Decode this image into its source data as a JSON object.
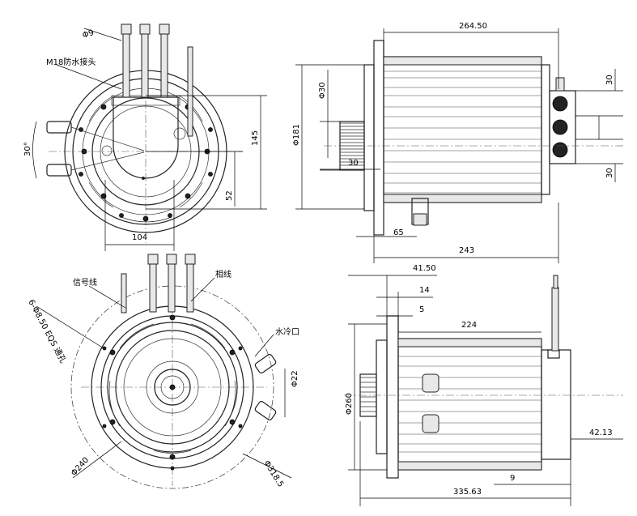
{
  "dimensions": {
    "phi9": "Φ9",
    "m18": "M18防水接头",
    "d30deg": "30°",
    "d145": "145",
    "d52": "52",
    "d104": "104",
    "d264": "264.50",
    "phi30": "Φ30",
    "phi181": "Φ181",
    "d30a": "30",
    "d30b": "30",
    "d30c": "30",
    "d65": "65",
    "d243": "243",
    "signal": "信号线",
    "phase": "相线",
    "holes": "6-Φ8.50 EQS 通孔",
    "water": "水冷口",
    "phi22": "Φ22",
    "phi240": "Φ240",
    "phi318": "Φ318.5",
    "d41": "41.50",
    "d14": "14",
    "d5": "5",
    "d224": "224",
    "phi260": "Φ260",
    "d42": "42.13",
    "d9": "9",
    "d335": "335.63"
  }
}
